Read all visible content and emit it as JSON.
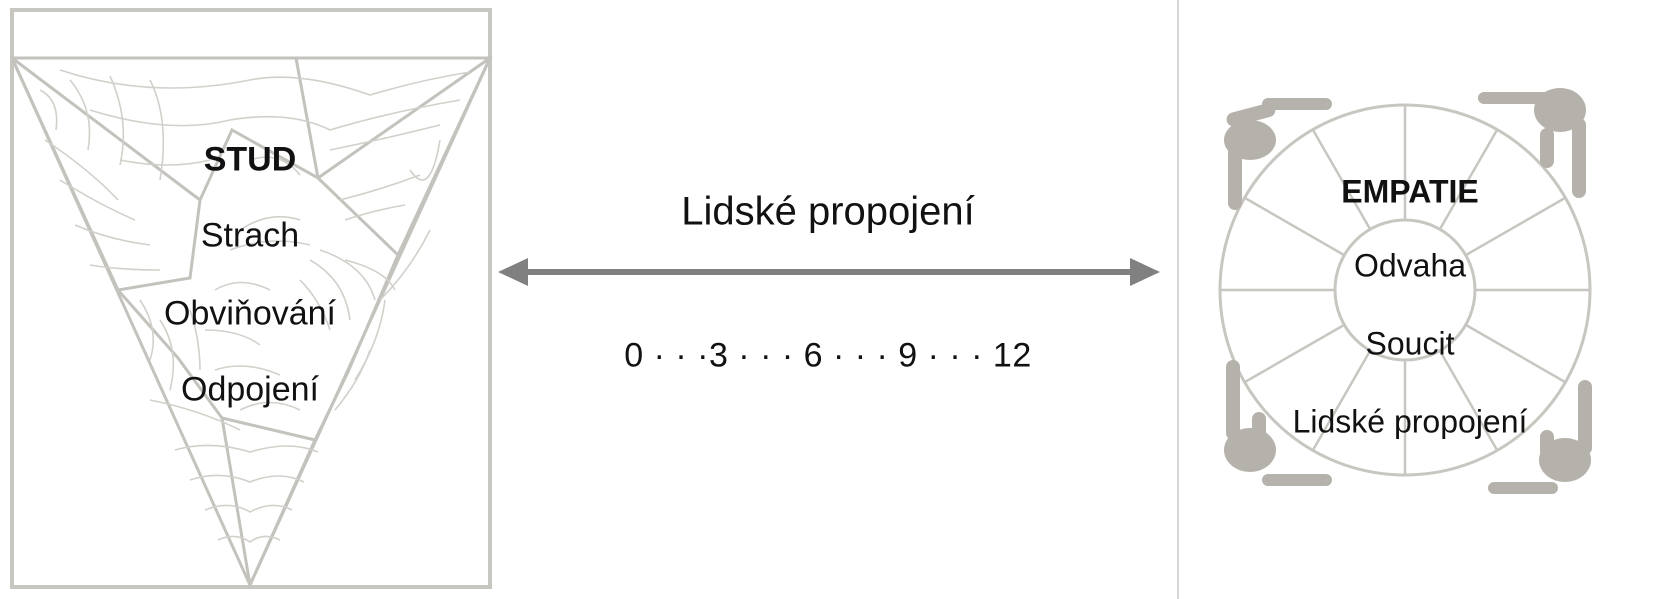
{
  "left_panel": {
    "words": [
      "STUD",
      "Strach",
      "Obviňování",
      "Odpojení"
    ]
  },
  "middle": {
    "title": "Lidské propojení",
    "scale": "0 · · ·3 · · · 6 · · · 9 · · · 12"
  },
  "right_panel": {
    "words": [
      "EMPATIE",
      "Odvaha",
      "Soucit",
      "Lidské propojení"
    ]
  },
  "colors": {
    "frame": "#c8c6c0",
    "web": "#c9c7c1",
    "arrow": "#808080",
    "figure": "#b5b2ab",
    "divider": "#d6d6d6"
  },
  "icons": [
    "spider-web-icon",
    "double-arrow-icon",
    "people-circle-icon"
  ]
}
